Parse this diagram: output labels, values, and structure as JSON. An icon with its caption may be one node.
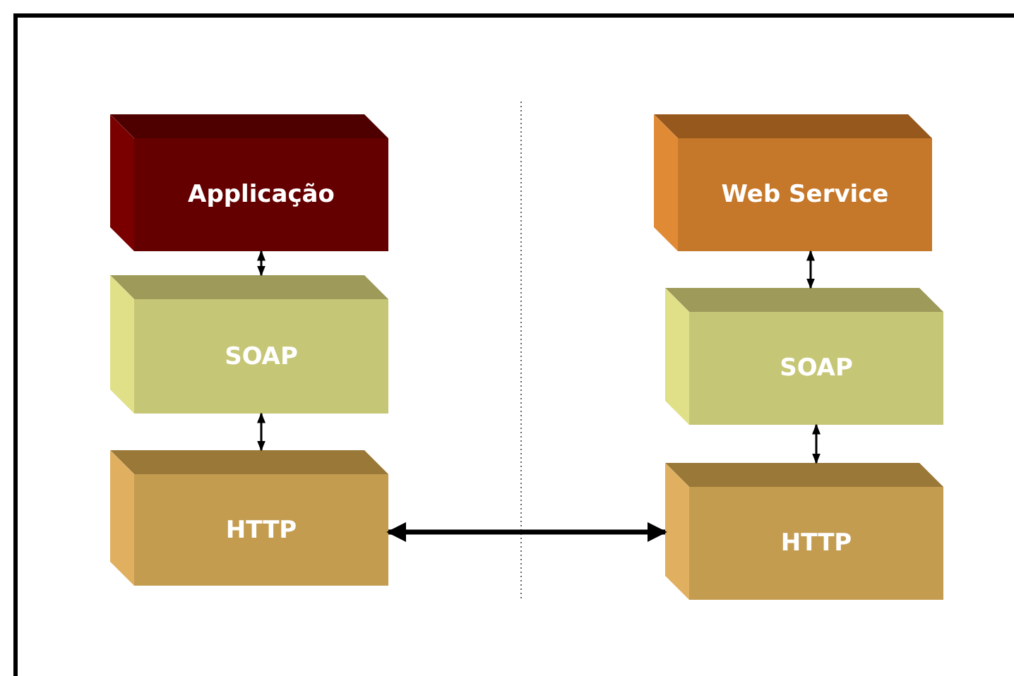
{
  "diagram": {
    "nodes": [
      {
        "text": [
          "Applicação"
        ]
      },
      {
        "text": [
          "SOAP"
        ]
      },
      {
        "text": [
          "HTTP"
        ]
      },
      {
        "text": [
          "Web Service"
        ]
      },
      {
        "text": [
          "SOAP"
        ]
      },
      {
        "text": [
          "HTTP"
        ]
      }
    ],
    "edges": [
      {
        "from": 0,
        "to": 1,
        "arrow": "both"
      },
      {
        "from": 1,
        "to": 2,
        "arrow": "both"
      },
      {
        "from": 2,
        "to": 5,
        "arrow": "both",
        "style": "thick"
      },
      {
        "from": 3,
        "to": 4,
        "arrow": "both"
      },
      {
        "from": 4,
        "to": 5,
        "arrow": "both"
      }
    ]
  }
}
